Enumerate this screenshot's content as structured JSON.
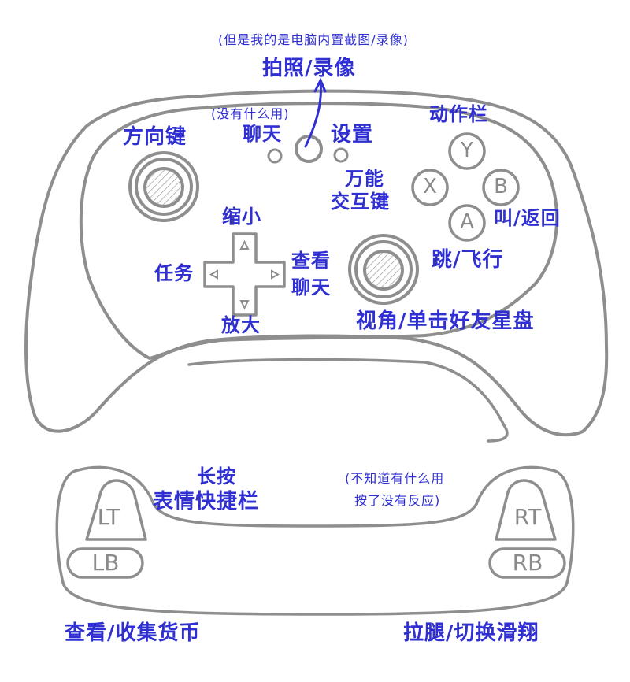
{
  "colors": {
    "line": "#8e8e8e",
    "label": "#2f2fd2",
    "background": "#ffffff"
  },
  "screenshot": {
    "note": "(但是我的是电脑内置截图/录像)",
    "label": "拍照/录像"
  },
  "chat": {
    "note": "(没有什么用)",
    "label": "聊天"
  },
  "settings": {
    "label": "设置"
  },
  "left_stick": {
    "label": "方向键"
  },
  "action_bar": {
    "label": "动作栏"
  },
  "face_buttons": {
    "Y": "Y",
    "X": "X",
    "B": "B",
    "A": "A",
    "x_label_line1": "万能",
    "x_label_line2": "交互键",
    "b_label": "叫/返回",
    "a_label": "跳/飞行"
  },
  "dpad": {
    "up": "缩小",
    "down": "放大",
    "left": "任务",
    "right_line1": "查看",
    "right_line2": "聊天"
  },
  "right_stick": {
    "label": "视角/单击好友星盘"
  },
  "left_triggers": {
    "LT": "LT",
    "LB": "LB",
    "lt_label_line1": "长按",
    "lt_label_line2": "表情快捷栏",
    "lb_label": "查看/收集货币"
  },
  "right_triggers": {
    "RT": "RT",
    "RB": "RB",
    "rt_note_line1": "(不知道有什么用",
    "rt_note_line2": "按了没有反应)",
    "rb_label": "拉腿/切换滑翔"
  }
}
